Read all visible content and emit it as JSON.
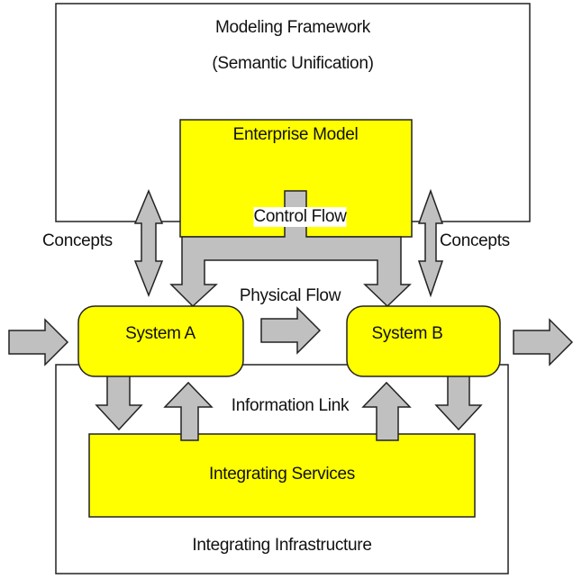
{
  "colors": {
    "box_fill": "#ffff00",
    "arrow_fill": "#c0c0c0",
    "stroke": "#222222"
  },
  "modeling_framework": {
    "title": "Modeling Framework",
    "subtitle": "(Semantic Unification)"
  },
  "enterprise_model": {
    "label": "Enterprise Model"
  },
  "control_flow": {
    "label": "Control Flow"
  },
  "concepts_left": {
    "label": "Concepts"
  },
  "concepts_right": {
    "label": "Concepts"
  },
  "system_a": {
    "label": "System A"
  },
  "system_b": {
    "label": "System B"
  },
  "physical_flow": {
    "label": "Physical Flow"
  },
  "information_link": {
    "label": "Information Link"
  },
  "integrating_services": {
    "label": "Integrating Services"
  },
  "integrating_infrastructure": {
    "label": "Integrating Infrastructure"
  }
}
